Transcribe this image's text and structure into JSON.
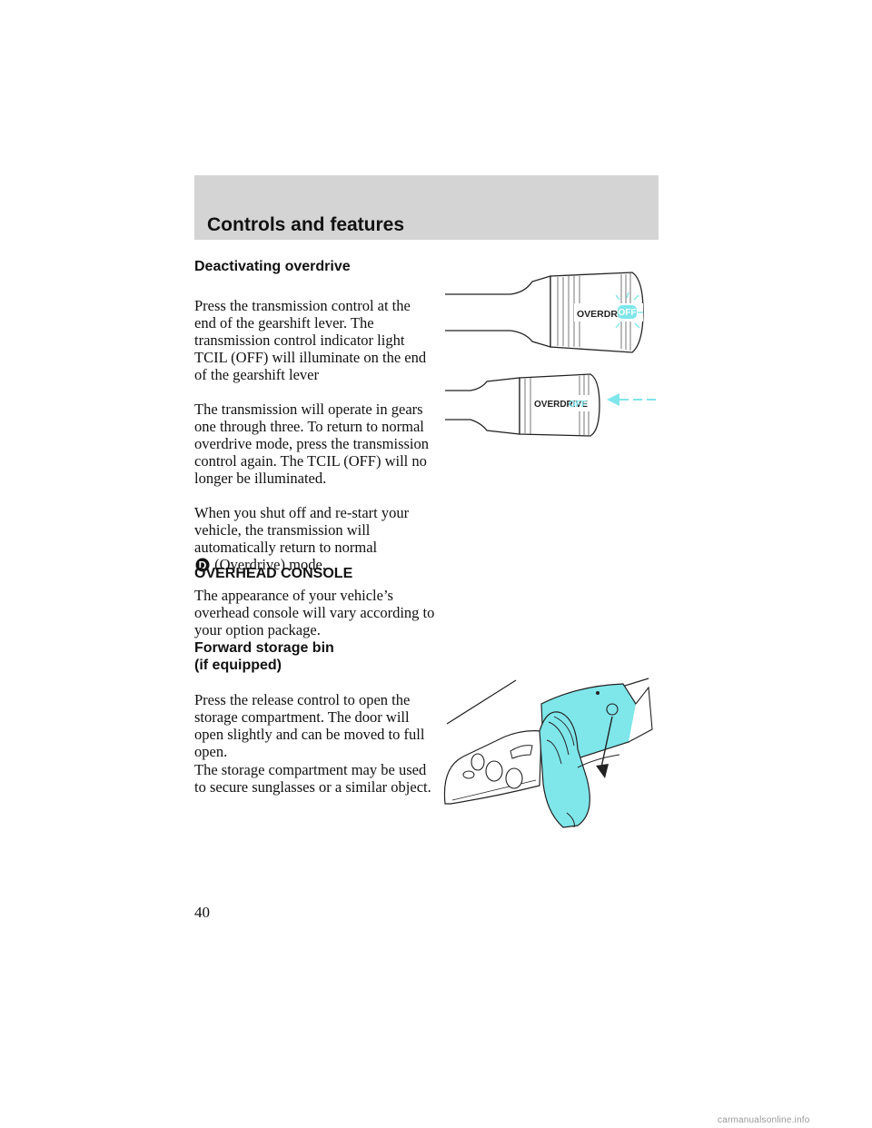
{
  "header": {
    "title": "Controls and features"
  },
  "sections": {
    "deactivating": {
      "heading": "Deactivating overdrive",
      "p1": "Press the transmission control at the end of the gearshift lever. The transmission control indicator light TCIL (OFF) will illuminate on the end of the gearshift lever",
      "p2": "The transmission will operate in gears one through three. To return to normal overdrive mode, press the transmission control again. The TCIL (OFF) will no longer be illuminated.",
      "p3_before_icon": "When you shut off and re-start your vehicle, the transmission will automatically return to normal",
      "p3_after_icon": "(Overdrive) mode."
    },
    "overhead": {
      "heading": "OVERHEAD CONSOLE",
      "p1": "The appearance of your vehicle’s overhead console will vary according to your option package."
    },
    "storage": {
      "heading_line1": "Forward storage bin",
      "heading_line2": "(if equipped)",
      "p1": "Press the release control to open the storage compartment. The door will open slightly and can be moved to full open.",
      "p2": "The storage compartment may be used to secure sunglasses or a similar object."
    }
  },
  "illustrations": {
    "lever_top": {
      "label": "OVERDRIVE",
      "indicator": "OFF"
    },
    "lever_bottom": {
      "label": "OVERDRIVE",
      "indicator": "OFF"
    }
  },
  "page_number": "40",
  "watermark": "carmanualsonline.info",
  "colors": {
    "accent": "#7fe6ea",
    "header_band": "#d4d4d4"
  },
  "icons": {
    "drive_mode": "overdrive-d-icon"
  }
}
